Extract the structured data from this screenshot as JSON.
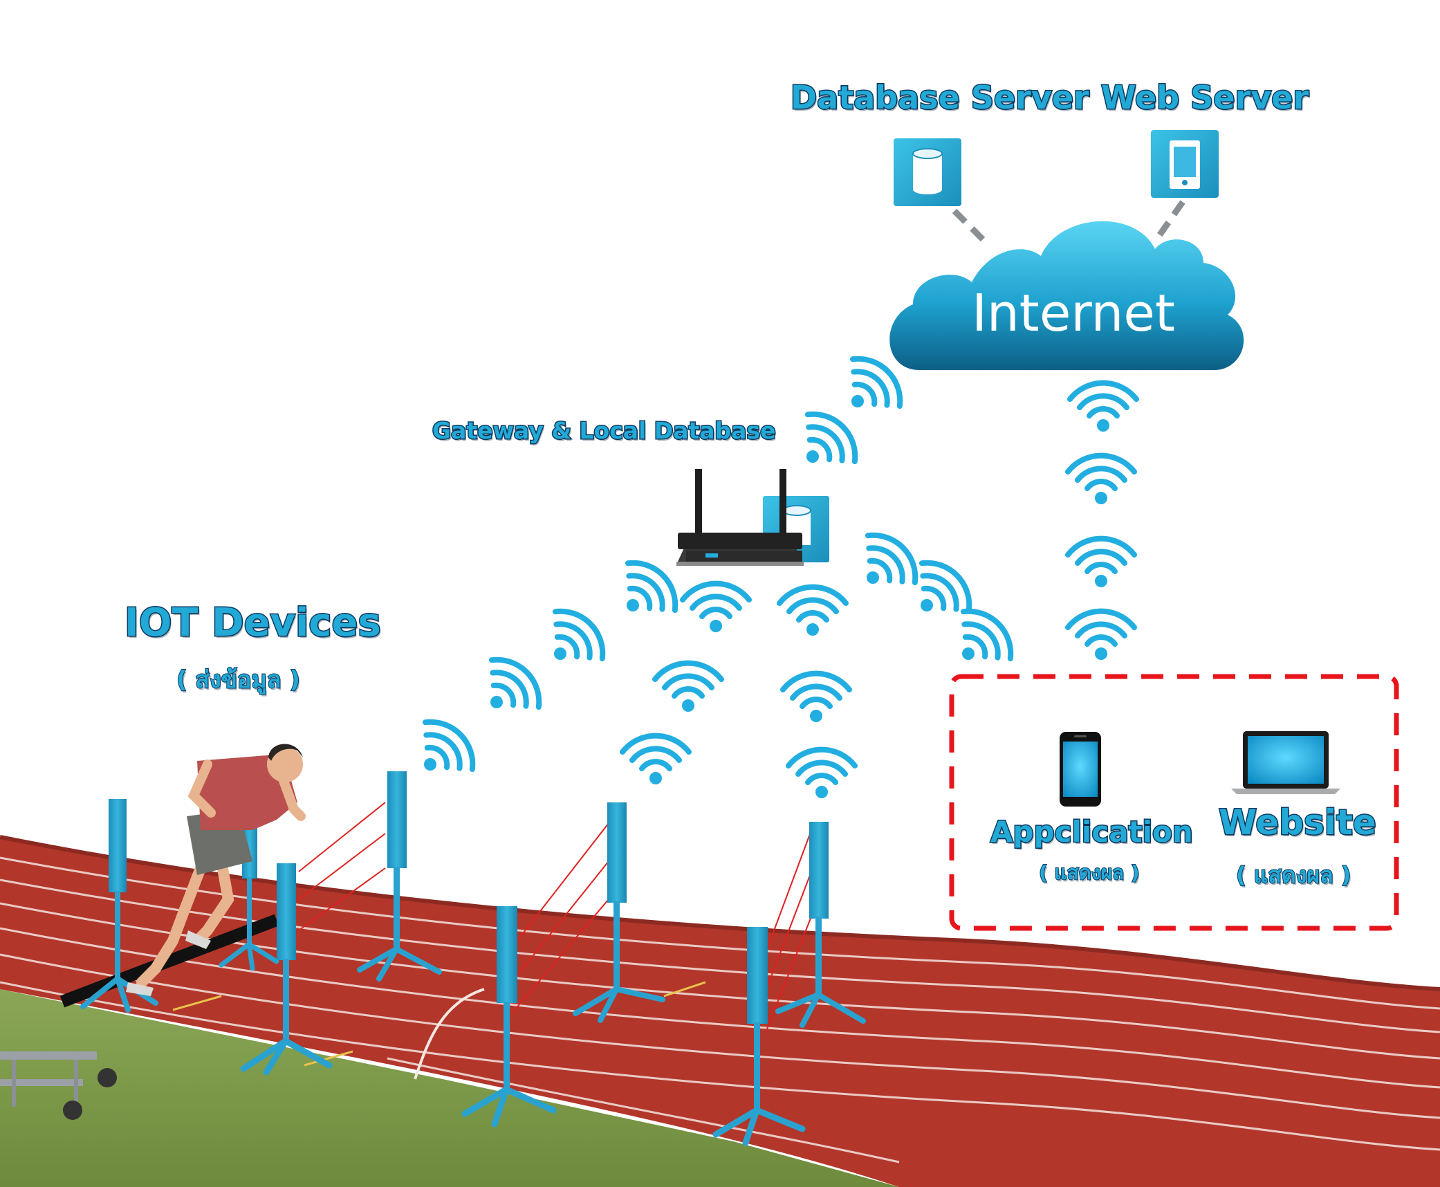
{
  "labels": {
    "database_server": "Database Server",
    "web_server": "Web Server",
    "internet": "Internet",
    "gateway": "Gateway & Local Database",
    "iot_devices": "IOT Devices",
    "iot_sub": "( ส่งข้อมูล )",
    "application": "Appclication",
    "application_sub": "( แสดงผล )",
    "website": "Website",
    "website_sub": "( แสดงผล )"
  },
  "icons": {
    "database_server": "database-icon",
    "web_server": "server-icon",
    "cloud": "cloud-icon",
    "router": "router-icon",
    "local_db": "database-icon",
    "signal": "wifi-icon",
    "phone": "smartphone-icon",
    "laptop": "laptop-icon",
    "runner": "runner-figure",
    "sensor_pole": "sensor-pole-icon"
  },
  "colors": {
    "accent": "#22a9d6",
    "outline": "#0d3b63",
    "track": "#b3362b",
    "grass": "#7d9a4a",
    "laser": "#e02020",
    "display_box": "#e8141c"
  }
}
